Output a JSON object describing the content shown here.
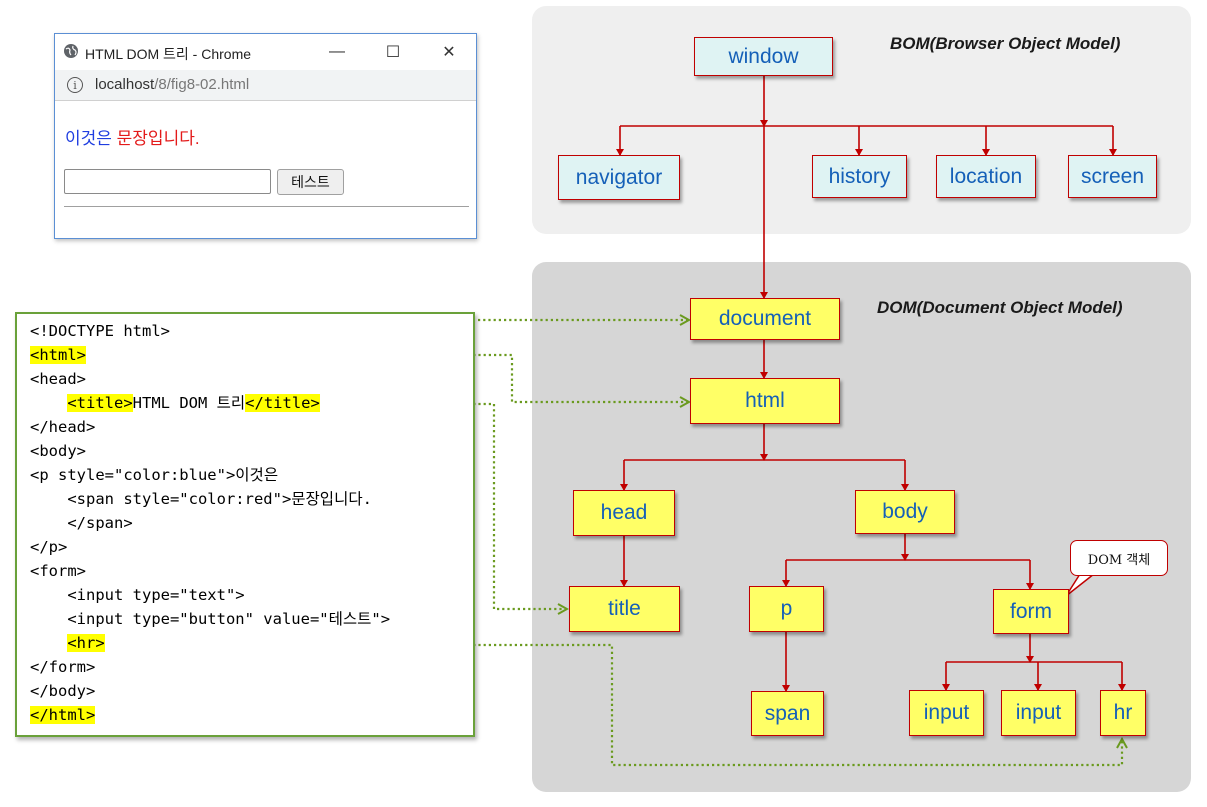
{
  "bom": {
    "title": "BOM(Browser Object Model)",
    "nodes": {
      "window": "window",
      "navigator": "navigator",
      "history": "history",
      "location": "location",
      "screen": "screen"
    }
  },
  "dom": {
    "title": "DOM(Document Object Model)",
    "nodes": {
      "document": "document",
      "html": "html",
      "head": "head",
      "body": "body",
      "title": "title",
      "p": "p",
      "form": "form",
      "span": "span",
      "input1": "input",
      "input2": "input",
      "hr": "hr"
    },
    "callout": "DOM 객체"
  },
  "browser": {
    "window_title": "HTML DOM 트리 - Chrome",
    "url_host": "localhost",
    "url_path": "/8/fig8-02.html",
    "para_blue": "이것은 ",
    "para_red": "문장입니다.",
    "button_label": "테스트",
    "controls": {
      "minimize": "—",
      "maximize": "☐",
      "close": "✕"
    }
  },
  "code": {
    "line1": "<!DOCTYPE html>",
    "line2_hl": "<html>",
    "line3": "<head>",
    "line4_indent": "    ",
    "line4_hl_open": "<title>",
    "line4_text": "HTML DOM 트리",
    "line4_hl_close": "</title>",
    "line5": "</head>",
    "line6": "<body>",
    "line7": "<p style=\"color:blue\">이것은",
    "line8": "    <span style=\"color:red\">문장입니다.",
    "line9": "    </span>",
    "line10": "</p>",
    "line11": "<form>",
    "line12": "    <input type=\"text\">",
    "line13": "    <input type=\"button\" value=\"테스트\">",
    "line14_indent": "    ",
    "line14_hl": "<hr>",
    "line15": "</form>",
    "line16": "</body>",
    "line17_hl": "</html>"
  },
  "colors": {
    "tree_line": "#c00000",
    "bom_fill": "#dff3f3",
    "dom_fill": "#ffff66",
    "node_text": "#1560b8",
    "dotted_arrow": "#6a9a1f",
    "highlight": "#ffff00"
  }
}
